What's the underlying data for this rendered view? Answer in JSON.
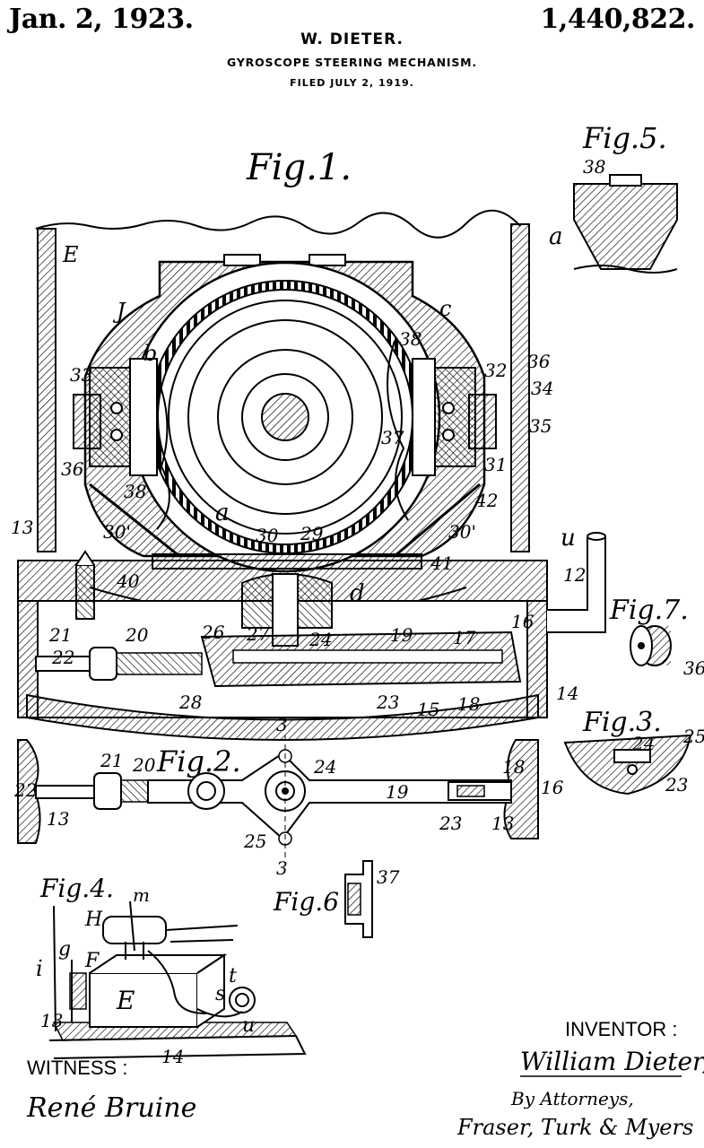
{
  "header": {
    "date": "Jan. 2, 1923.",
    "patent_number": "1,440,822.",
    "inventor_name": "W. DIETER.",
    "title": "GYROSCOPE STEERING MECHANISM.",
    "filed": "FILED JULY 2, 1919."
  },
  "figures": {
    "fig1": "Fig.1.",
    "fig2": "Fig.2.",
    "fig3": "Fig.3.",
    "fig4": "Fig.4.",
    "fig5": "Fig.5.",
    "fig6": "Fig.6",
    "fig7": "Fig.7."
  },
  "labels": {
    "E": "E",
    "J": "J",
    "b": "b",
    "c": "c",
    "a": "a",
    "d": "d",
    "u": "u",
    "n13": "13",
    "n12": "12",
    "n14": "14",
    "n15": "15",
    "n16": "16",
    "n17": "17",
    "n18": "18",
    "n19": "19",
    "n20": "20",
    "n21": "21",
    "n22": "22",
    "n23": "23",
    "n24": "24",
    "n25": "25",
    "n26": "26",
    "n27": "27",
    "n28": "28",
    "n29": "29",
    "n30": "30",
    "n30p": "30'",
    "n31": "31",
    "n32": "32",
    "n33": "33",
    "n34": "34",
    "n35": "35",
    "n36": "36",
    "n37": "37",
    "n38": "38",
    "n40": "40",
    "n41": "41",
    "n42": "42",
    "n3": "3",
    "m": "m",
    "H": "H",
    "i": "i",
    "g": "g",
    "F": "F",
    "s": "s",
    "t": "t",
    "w": "u"
  },
  "footer": {
    "witness_label": "WITNESS :",
    "witness_signature": "René Bruine",
    "inventor_label": "INVENTOR  :",
    "inventor_signature": "William Dieter,",
    "by_attorneys": "By Attorneys,",
    "attorneys_signature": "Fraser, Turk & Myers"
  }
}
